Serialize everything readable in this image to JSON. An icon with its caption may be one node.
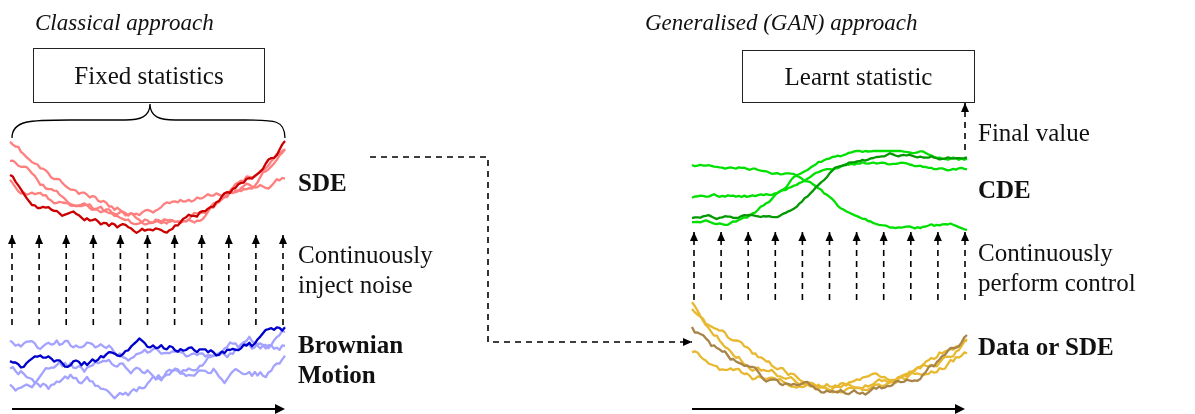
{
  "diagram": {
    "nodes": [
      {
        "text": [
          "Fixed statistics"
        ]
      },
      {
        "text": [
          "SDE"
        ]
      },
      {
        "text": [
          "Brownian Motion"
        ]
      },
      {
        "text": [
          "Learnt statistic"
        ]
      },
      {
        "text": [
          "CDE"
        ]
      },
      {
        "text": [
          "Data or SDE"
        ]
      }
    ],
    "edges": [
      {
        "from": 2,
        "to": 1,
        "arrow": "to",
        "style": "dashed"
      },
      {
        "from": 2,
        "to": 1,
        "arrow": "to",
        "style": "dashed"
      },
      {
        "from": 2,
        "to": 1,
        "arrow": "to",
        "style": "dashed"
      },
      {
        "from": 2,
        "to": 1,
        "arrow": "to",
        "style": "dashed"
      },
      {
        "from": 2,
        "to": 1,
        "arrow": "to",
        "style": "dashed"
      },
      {
        "from": 2,
        "to": 1,
        "arrow": "to",
        "style": "dashed"
      },
      {
        "from": 2,
        "to": 1,
        "arrow": "to",
        "style": "dashed"
      },
      {
        "from": 2,
        "to": 1,
        "arrow": "to",
        "style": "dashed"
      },
      {
        "from": 2,
        "to": 1,
        "arrow": "to",
        "style": "dashed"
      },
      {
        "from": 2,
        "to": 1,
        "arrow": "to",
        "style": "dashed"
      },
      {
        "from": 2,
        "to": 1,
        "arrow": "to",
        "style": "dashed",
        "label": "Continuously inject noise"
      },
      {
        "from": 1,
        "to": 5,
        "arrow": "to",
        "style": "dashed"
      },
      {
        "from": 5,
        "to": 4,
        "arrow": "to",
        "style": "dashed"
      },
      {
        "from": 5,
        "to": 4,
        "arrow": "to",
        "style": "dashed"
      },
      {
        "from": 5,
        "to": 4,
        "arrow": "to",
        "style": "dashed"
      },
      {
        "from": 5,
        "to": 4,
        "arrow": "to",
        "style": "dashed"
      },
      {
        "from": 5,
        "to": 4,
        "arrow": "to",
        "style": "dashed"
      },
      {
        "from": 5,
        "to": 4,
        "arrow": "to",
        "style": "dashed"
      },
      {
        "from": 5,
        "to": 4,
        "arrow": "to",
        "style": "dashed"
      },
      {
        "from": 5,
        "to": 4,
        "arrow": "to",
        "style": "dashed"
      },
      {
        "from": 5,
        "to": 4,
        "arrow": "to",
        "style": "dashed"
      },
      {
        "from": 5,
        "to": 4,
        "arrow": "to",
        "style": "dashed"
      },
      {
        "from": 5,
        "to": 4,
        "arrow": "to",
        "style": "dashed",
        "label": "Continuously perform control"
      },
      {
        "from": 4,
        "to": 3,
        "arrow": "to",
        "style": "dashed",
        "label": "Final value"
      }
    ],
    "labels": [
      "Classical approach",
      "Generalised (GAN) approach"
    ]
  }
}
